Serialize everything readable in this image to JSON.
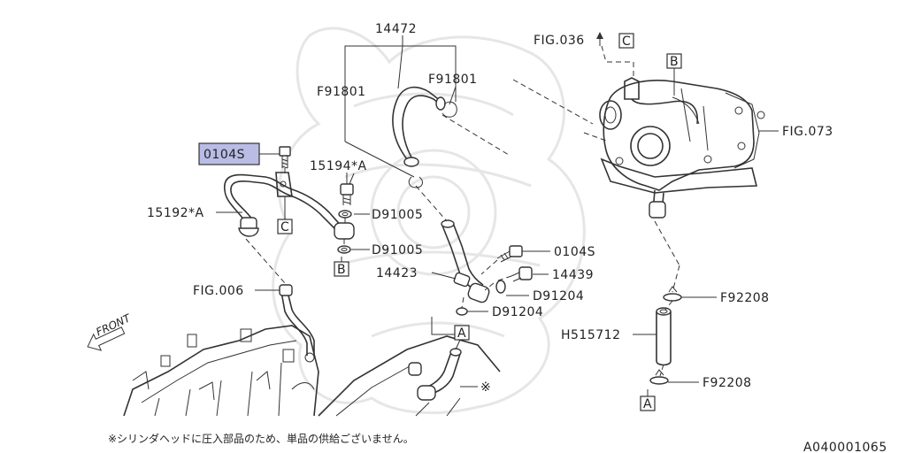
{
  "labels": {
    "p14472": "14472",
    "f91801_left": "F91801",
    "f91801_right": "F91801",
    "fig036": "FIG.036",
    "fig073": "FIG.073",
    "fig006": "FIG.006",
    "p0104s_top": "0104S",
    "p0104s_mid": "0104S",
    "p15194a": "15194*A",
    "p15192a": "15192*A",
    "d91005_top": "D91005",
    "d91005_bottom": "D91005",
    "p14423": "14423",
    "p14439": "14439",
    "d91204_right": "D91204",
    "d91204_left": "D91204",
    "f92208_top": "F92208",
    "f92208_bottom": "F92208",
    "h515712": "H515712",
    "asterisk": "※",
    "front": "FRONT"
  },
  "refs": {
    "c_top": "C",
    "b_top": "B",
    "c_mid": "C",
    "b_mid": "B",
    "a_mid": "A",
    "a_bottom": "A"
  },
  "footer": {
    "note": "※シリンダヘッドに圧入部品のため、単品の供給ございません。",
    "code": "A040001065"
  },
  "colors": {
    "highlight": "#b9bde6",
    "line": "#333333",
    "watermark": "#e6e6e6"
  }
}
